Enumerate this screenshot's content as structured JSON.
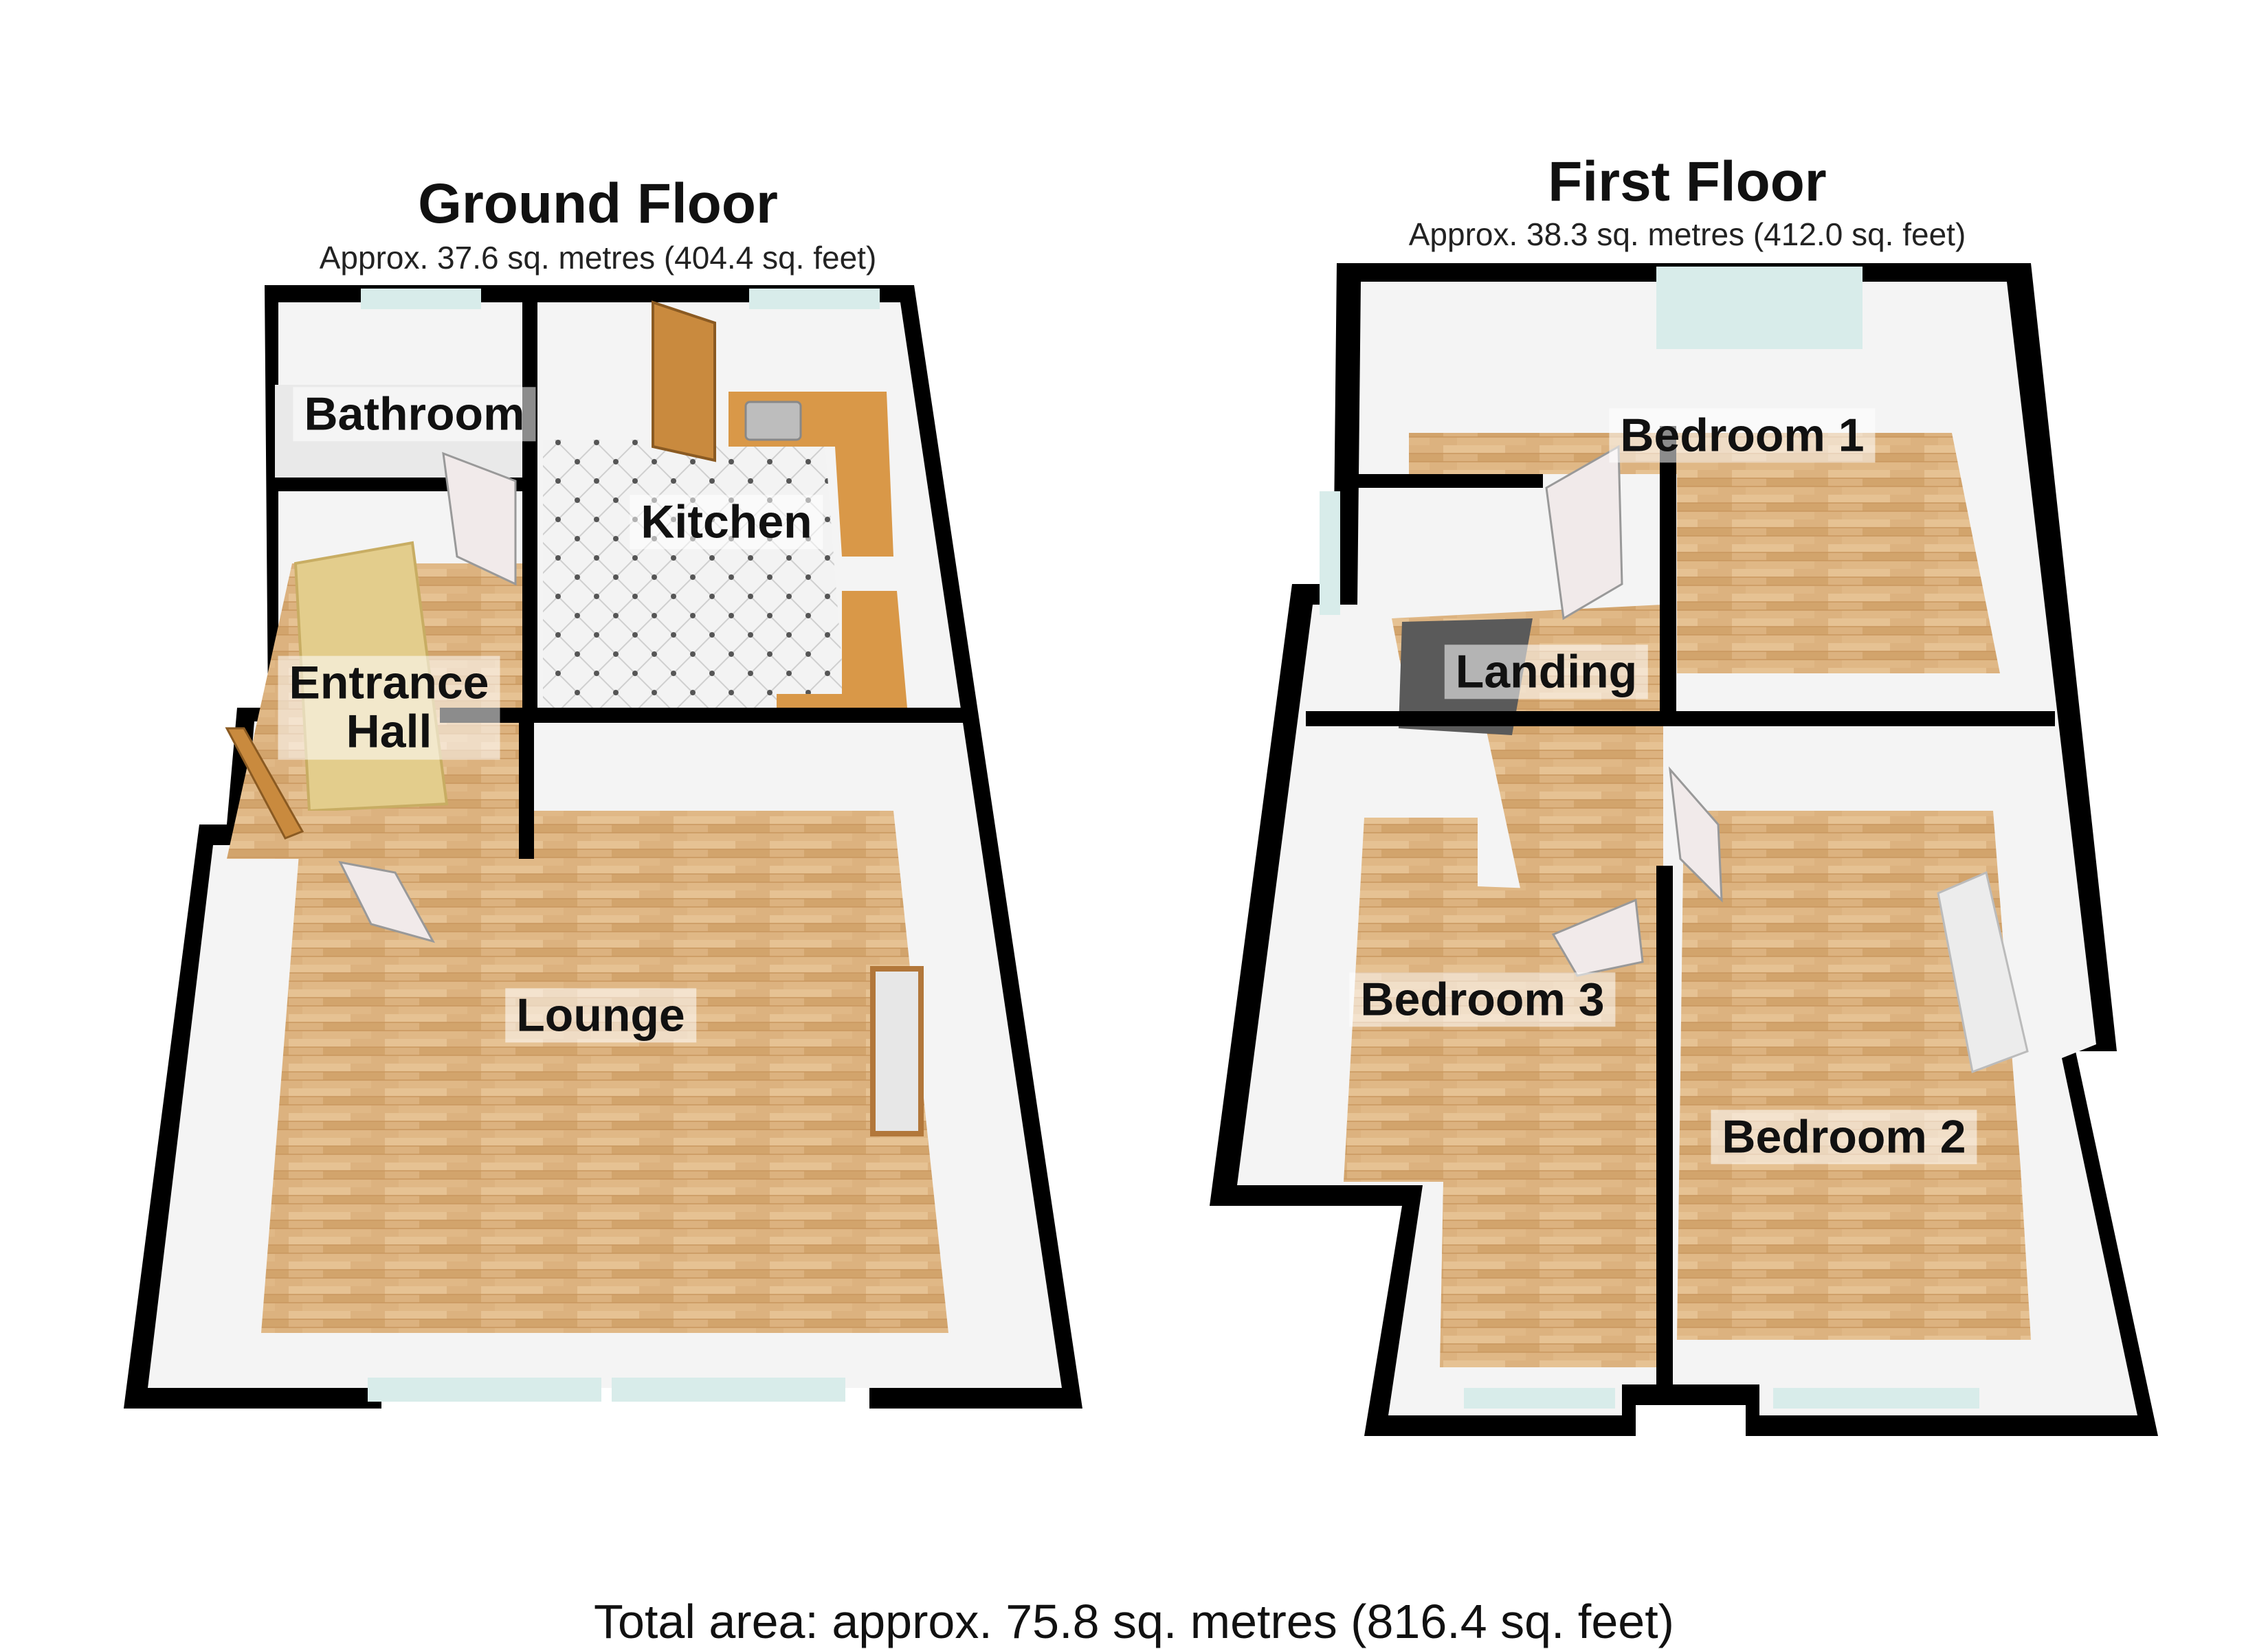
{
  "ground_floor": {
    "title": "Ground Floor",
    "area": "Approx. 37.6 sq. metres (404.4 sq. feet)",
    "rooms": {
      "bathroom": "Bathroom",
      "kitchen": "Kitchen",
      "entrance_hall": "Entrance\nHall",
      "lounge": "Lounge"
    }
  },
  "first_floor": {
    "title": "First Floor",
    "area": "Approx. 38.3 sq. metres (412.0 sq. feet)",
    "rooms": {
      "bedroom_1": "Bedroom 1",
      "landing": "Landing",
      "bedroom_3": "Bedroom 3",
      "bedroom_2": "Bedroom 2"
    }
  },
  "total_area": "Total area: approx. 75.8 sq. metres (816.4 sq. feet)",
  "colors": {
    "wall": "#000000",
    "wood_floor": "#dcb27f",
    "tile_floor": "#f2f2f2",
    "worktop": "#d99848",
    "window_glass": "#d8ecea",
    "inner_wall": "#f4f4f4"
  }
}
